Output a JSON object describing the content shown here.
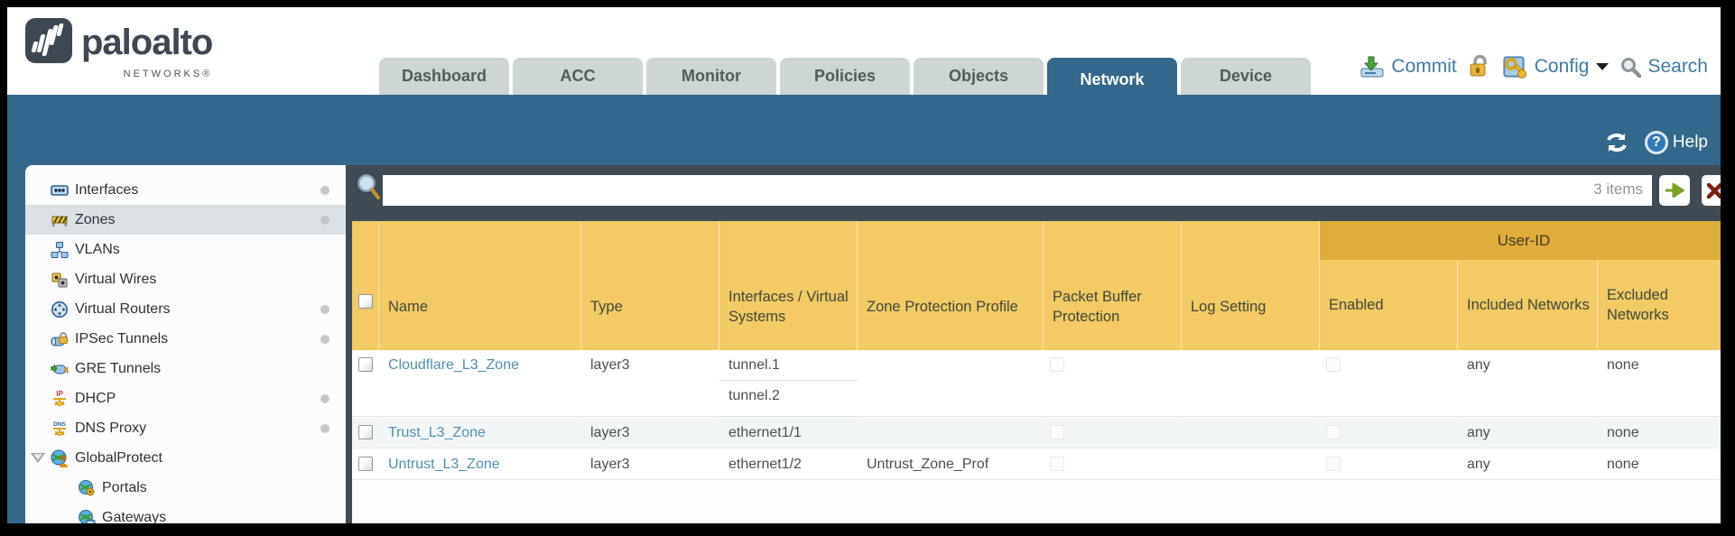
{
  "header": {
    "logo": {
      "brand": "paloalto",
      "sub": "NETWORKS®"
    },
    "tabs": [
      {
        "label": "Dashboard"
      },
      {
        "label": "ACC"
      },
      {
        "label": "Monitor"
      },
      {
        "label": "Policies"
      },
      {
        "label": "Objects"
      },
      {
        "label": "Network"
      },
      {
        "label": "Device"
      }
    ],
    "utilities": {
      "commit": "Commit",
      "config": "Config",
      "search": "Search"
    }
  },
  "toolbar": {
    "help": "Help"
  },
  "sidebar": {
    "items": [
      {
        "label": "Interfaces"
      },
      {
        "label": "Zones"
      },
      {
        "label": "VLANs"
      },
      {
        "label": "Virtual Wires"
      },
      {
        "label": "Virtual Routers"
      },
      {
        "label": "IPSec Tunnels"
      },
      {
        "label": "GRE Tunnels"
      },
      {
        "label": "DHCP"
      },
      {
        "label": "DNS Proxy"
      },
      {
        "label": "GlobalProtect"
      },
      {
        "label": "Portals"
      },
      {
        "label": "Gateways"
      }
    ]
  },
  "filter": {
    "count": "3 items"
  },
  "table": {
    "group_header": "User-ID",
    "columns": {
      "name": "Name",
      "type": "Type",
      "interfaces": "Interfaces / Virtual Systems",
      "zpp": "Zone Protection Profile",
      "pbp": "Packet Buffer Protection",
      "log": "Log Setting",
      "enabled": "Enabled",
      "included": "Included Networks",
      "excluded": "Excluded Networks"
    },
    "rows": [
      {
        "name": "Cloudflare_L3_Zone",
        "type": "layer3",
        "interfaces": [
          "tunnel.1",
          "tunnel.2"
        ],
        "zpp": "",
        "log": "",
        "included": "any",
        "excluded": "none"
      },
      {
        "name": "Trust_L3_Zone",
        "type": "layer3",
        "interfaces": [
          "ethernet1/1"
        ],
        "zpp": "",
        "log": "",
        "included": "any",
        "excluded": "none"
      },
      {
        "name": "Untrust_L3_Zone",
        "type": "layer3",
        "interfaces": [
          "ethernet1/2"
        ],
        "zpp": "Untrust_Zone_Prof",
        "log": "",
        "included": "any",
        "excluded": "none"
      }
    ]
  },
  "colors": {
    "teal": "#31688c",
    "slate": "#3e4b54",
    "gold": "#f3ca63",
    "gold_dark": "#dfad3a",
    "link": "#3f7ca3",
    "tab_bg": "#ccd6d3"
  }
}
